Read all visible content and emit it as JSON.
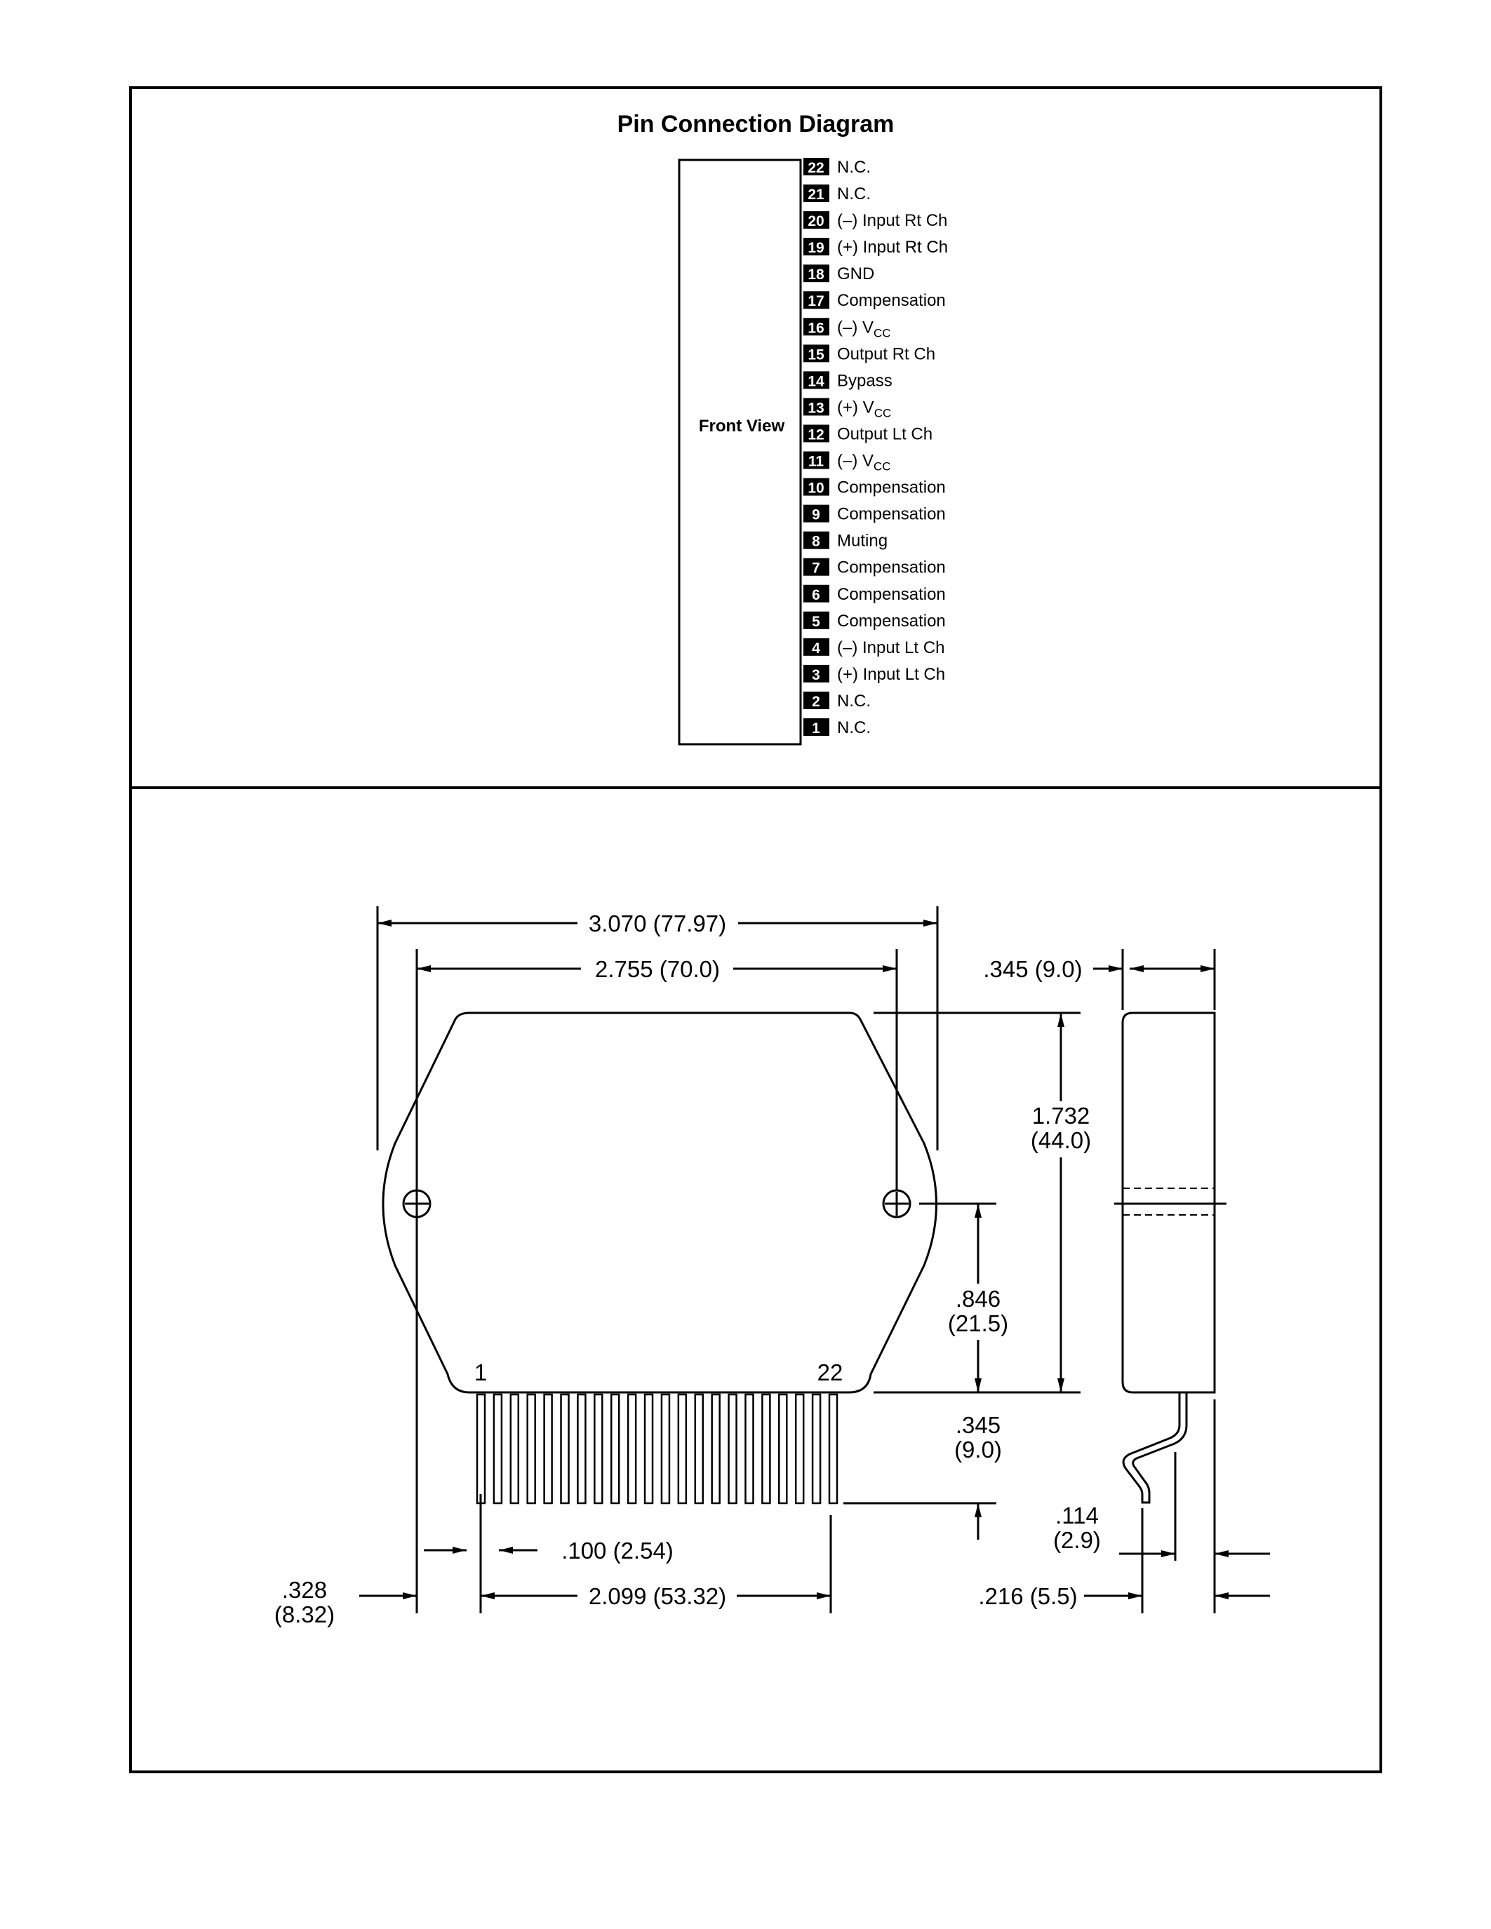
{
  "pin_diagram": {
    "title": "Pin Connection Diagram",
    "front_view_label": "Front View",
    "pins": [
      {
        "num": "22",
        "label": "N.C.",
        "sub": ""
      },
      {
        "num": "21",
        "label": "N.C.",
        "sub": ""
      },
      {
        "num": "20",
        "label": "(–) Input Rt Ch",
        "sub": ""
      },
      {
        "num": "19",
        "label": "(+) Input Rt Ch",
        "sub": ""
      },
      {
        "num": "18",
        "label": "GND",
        "sub": ""
      },
      {
        "num": "17",
        "label": "Compensation",
        "sub": ""
      },
      {
        "num": "16",
        "label": "(–) V",
        "sub": "CC"
      },
      {
        "num": "15",
        "label": "Output Rt Ch",
        "sub": ""
      },
      {
        "num": "14",
        "label": "Bypass",
        "sub": ""
      },
      {
        "num": "13",
        "label": "(+) V",
        "sub": "CC"
      },
      {
        "num": "12",
        "label": "Output Lt Ch",
        "sub": ""
      },
      {
        "num": "11",
        "label": "(–) V",
        "sub": "CC"
      },
      {
        "num": "10",
        "label": "Compensation",
        "sub": ""
      },
      {
        "num": "9",
        "label": "Compensation",
        "sub": ""
      },
      {
        "num": "8",
        "label": "Muting",
        "sub": ""
      },
      {
        "num": "7",
        "label": "Compensation",
        "sub": ""
      },
      {
        "num": "6",
        "label": "Compensation",
        "sub": ""
      },
      {
        "num": "5",
        "label": "Compensation",
        "sub": ""
      },
      {
        "num": "4",
        "label": "(–) Input Lt Ch",
        "sub": ""
      },
      {
        "num": "3",
        "label": "(+) Input Lt Ch",
        "sub": ""
      },
      {
        "num": "2",
        "label": "N.C.",
        "sub": ""
      },
      {
        "num": "1",
        "label": "N.C.",
        "sub": ""
      }
    ]
  },
  "package_drawing": {
    "pin_first_label": "1",
    "pin_last_label": "22",
    "dims": {
      "overall_width": "3.070 (77.97)",
      "hole_spacing": "2.755 (70.0)",
      "thickness": ".345 (9.0)",
      "height_in": "1.732",
      "height_mm": "(44.0)",
      "hole_to_bottom_in": ".846",
      "hole_to_bottom_mm": "(21.5)",
      "lead_length_in": ".345",
      "lead_length_mm": "(9.0)",
      "pitch": ".100 (2.54)",
      "lead_span": "2.099 (53.32)",
      "hole_to_pin_in": ".328",
      "hole_to_pin_mm": "(8.32)",
      "lead_bend_in": ".114",
      "lead_bend_mm": "(2.9)",
      "lead_offset": ".216 (5.5)"
    }
  }
}
